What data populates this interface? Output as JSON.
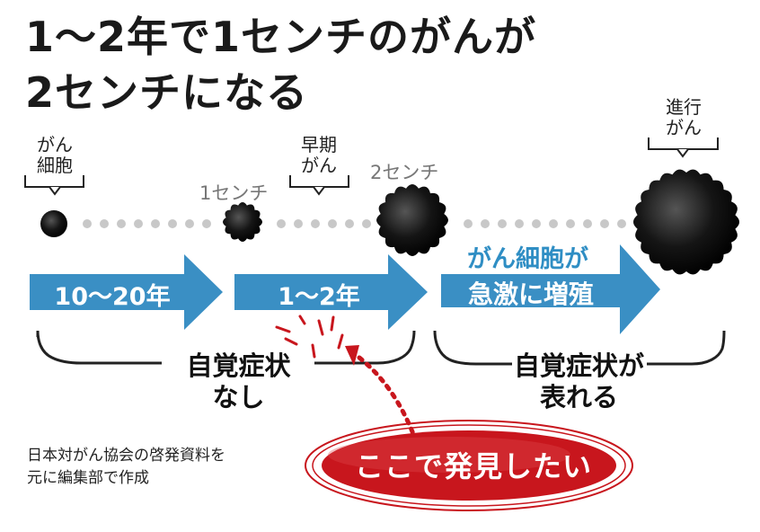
{
  "title": {
    "line1": "1～2年で1センチのがんが",
    "line2": "2センチになる"
  },
  "stages": [
    {
      "label_line1": "がん",
      "label_line2": "細胞"
    },
    {
      "label_line1": "1センチ"
    },
    {
      "label_line1": "早期",
      "label_line2": "がん"
    },
    {
      "label_line1": "2センチ"
    },
    {
      "label_line1": "進行",
      "label_line2": "がん"
    }
  ],
  "arrows": [
    {
      "label": "10～20年"
    },
    {
      "label": "1～2年"
    },
    {
      "label_line1": "がん細胞が",
      "label_line2": "急激に増殖"
    }
  ],
  "symptoms": [
    {
      "line1": "自覚症状",
      "line2": "なし"
    },
    {
      "line1": "自覚症状が",
      "line2": "表れる"
    }
  ],
  "callout": "ここで発見したい",
  "source": {
    "line1": "日本対がん協会の啓発資料を",
    "line2": "元に編集部で作成"
  },
  "colors": {
    "arrow_blue": "#3a8fc4",
    "callout_red": "#c8161d",
    "cell_black": "#111111",
    "dot_gray": "#c8c8c8"
  }
}
